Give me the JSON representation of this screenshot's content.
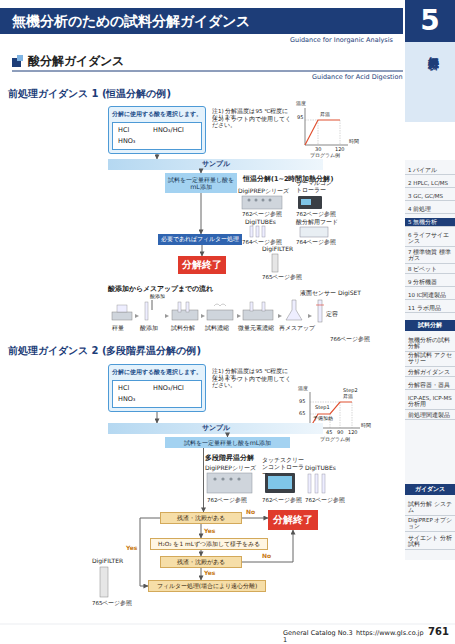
{
  "diagram": {
    "title": "無機分析のための試料分解ガイダンス",
    "nodes": [
      {
        "text": [
          "分解に使用する酸を選択します。"
        ]
      },
      {
        "text": [
          "HCl",
          "HNO₃/HCl",
          "HNO₃"
        ],
        "in": 0
      },
      {
        "text": [
          "サンプル"
        ]
      },
      {
        "text": [
          "試料を一定量秤量し酸をmL添加"
        ]
      },
      {
        "text": [
          "必要であればフィルター処理"
        ]
      },
      {
        "text": [
          "分解終了"
        ]
      },
      {
        "text": [
          "分解に使用する酸を選択します。"
        ]
      },
      {
        "text": [
          "HCl",
          "HNO₃/HCl",
          "HNO₃"
        ],
        "in": 6
      },
      {
        "text": [
          "サンプル"
        ]
      },
      {
        "text": [
          "試料を一定量秤量し酸をmL添加"
        ]
      },
      {
        "text": [
          "残渣・沈殿がある"
        ]
      },
      {
        "text": [
          "分解終了"
        ]
      },
      {
        "text": [
          "H₂O₂ を1 mLずつ添加して様子をみる"
        ]
      },
      {
        "text": [
          "残渣・沈殿がある"
        ]
      },
      {
        "text": [
          "フィルター処理(場合により遠心分離)"
        ]
      }
    ],
    "edges": [
      {
        "from": 0,
        "to": 2,
        "arrow": "to"
      },
      {
        "from": 2,
        "to": 3,
        "arrow": "to"
      },
      {
        "from": 3,
        "to": 4,
        "arrow": "to"
      },
      {
        "from": 4,
        "to": 5,
        "arrow": "to"
      },
      {
        "from": 6,
        "to": 8,
        "arrow": "to"
      },
      {
        "from": 8,
        "to": 9,
        "arrow": "to"
      },
      {
        "from": 9,
        "to": 10,
        "arrow": "to"
      },
      {
        "from": 10,
        "to": 11,
        "label": "No",
        "arrow": "to"
      },
      {
        "from": 10,
        "to": 12,
        "label": "Yes",
        "arrow": "to"
      },
      {
        "from": 12,
        "to": 13,
        "arrow": "to"
      },
      {
        "from": 13,
        "to": 11,
        "label": "No",
        "arrow": "to"
      },
      {
        "from": 13,
        "to": 14,
        "label": "Yes",
        "arrow": "to"
      },
      {
        "from": 10,
        "to": 14,
        "label": "Yes",
        "arrow": "to"
      }
    ],
    "labels": [
      "Guidance for Inorganic Analysis",
      "5",
      "無機分析",
      "酸分解ガイダンス",
      "Guidance for Acid Digestion",
      "前処理ガイダンス 1 (恒温分解の例)",
      "注1) 分解温度は95 ℃程度になります。",
      "注2) ドラフト内で使用してください。",
      "温度",
      "95",
      "昇温",
      "30",
      "120",
      "時間",
      "プログラム例",
      "恒温分解(1~2時間加熱分解)",
      "DigiPREPシリーズ",
      "サーマルコントローラー",
      "762ページ参照",
      "762ページ参照",
      "DigiTUBEs",
      "酸分解用フード",
      "764ページ参照",
      "764ページ参照",
      "DigiFILTER",
      "765ページ参照",
      "酸添加からメスアップまでの流れ",
      "酸添加",
      "液面センサー DigiSET",
      "定容",
      "秤量",
      "酸添加",
      "試料分解",
      "試料濃縮",
      "微量元素濃縮",
      "再メスアップ",
      "766ページ参照",
      "前処理ガイダンス 2 (多段階昇温分解の例)",
      "注1) 分解温度は95 ℃程度になります。",
      "注2) ドラフト内で使用してください。",
      "温度",
      "95",
      "65",
      "Step1",
      "予備加熱",
      "Step2",
      "昇温",
      "45",
      "90",
      "120",
      "時間",
      "プログラム例",
      "多段階昇温分解",
      "DigiPREPシリーズ",
      "タッチスクリーンコントローラー",
      "DigiTUBEs",
      "762ページ参照",
      "762ページ参照",
      "762ページ参照",
      "DigiFILTER",
      "765ページ参照",
      "General Catalog No.31",
      "https://www.gls.co.jp",
      "761",
      "1 バイアル",
      "2 HPLC, LC/MS",
      "3 GC, GC/MS",
      "4 前処理",
      "5 無機分析",
      "6 ライフサイエンス",
      "7 標準物質 標準ガス",
      "8 ピペット",
      "9 分析機器",
      "10 IC関連製品",
      "11 ラボ用品",
      "試料分解",
      "無機分析の試料分解",
      "分解試料 アクセサリー",
      "分解ガイダンス",
      "分解容器・器具",
      "ICP-AES, ICP-MS 分析用",
      "前処理関連製品",
      "ガイダンス",
      "試料分解 システム",
      "DigiPREP オプション",
      "サイエント 分析試料"
    ]
  }
}
